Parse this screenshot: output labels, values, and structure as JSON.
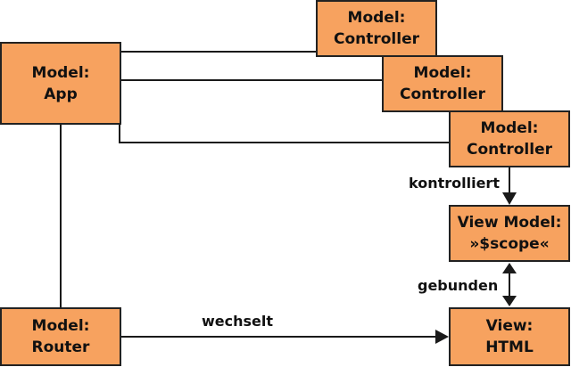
{
  "colors": {
    "box_fill": "#f7a25f",
    "line": "#1a1a1a"
  },
  "boxes": {
    "app": {
      "line1": "Model:",
      "line2": "App"
    },
    "controller1": {
      "line1": "Model:",
      "line2": "Controller"
    },
    "controller2": {
      "line1": "Model:",
      "line2": "Controller"
    },
    "controller3": {
      "line1": "Model:",
      "line2": "Controller"
    },
    "view_model": {
      "line1": "View Model:",
      "line2": "»$scope«"
    },
    "router": {
      "line1": "Model:",
      "line2": "Router"
    },
    "view": {
      "line1": "View:",
      "line2": "HTML"
    }
  },
  "edges": {
    "kontrolliert": "kontrolliert",
    "gebunden": "gebunden",
    "wechselt": "wechselt"
  }
}
